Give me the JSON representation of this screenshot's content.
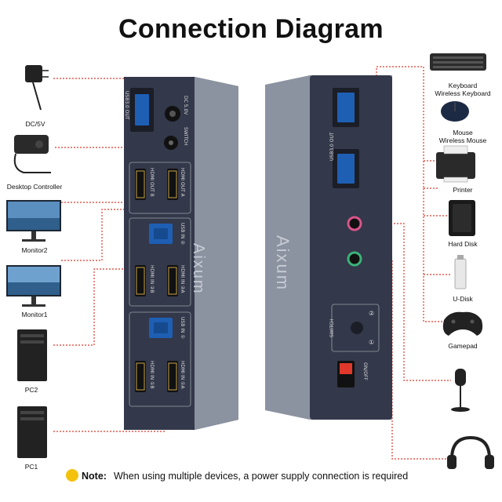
{
  "title": "Connection Diagram",
  "brand": "Aixum",
  "left_devices": [
    {
      "key": "dc",
      "label": "DC/5V"
    },
    {
      "key": "ctrl",
      "label": "Desktop Controller"
    },
    {
      "key": "mon2",
      "label": "Monitor2"
    },
    {
      "key": "mon1",
      "label": "Monitor1"
    },
    {
      "key": "pc2",
      "label": "PC2"
    },
    {
      "key": "pc1",
      "label": "PC1"
    }
  ],
  "right_devices": [
    {
      "key": "kbd",
      "label": "Keyboard",
      "label2": "Wireless Keyboard"
    },
    {
      "key": "mouse",
      "label": "Mouse",
      "label2": "Wireless Mouse"
    },
    {
      "key": "printer",
      "label": "Printer"
    },
    {
      "key": "hdd",
      "label": "Hard Disk"
    },
    {
      "key": "udisk",
      "label": "U-Disk"
    },
    {
      "key": "pad",
      "label": "Gamepad"
    }
  ],
  "left_unit_ports": {
    "usb_out": "USB3.0 OUT",
    "dc": "DC 5.0V",
    "switch": "SWITCH",
    "hdmi_out_a": "HDMI OUT A",
    "hdmi_out_b": "HDMI OUT B",
    "usb_in_2": "USB IN ②",
    "hdmi_in_2a": "HDMI IN ②A",
    "hdmi_in_2b": "HDMI IN ②B",
    "usb_in_1": "USB IN ①",
    "hdmi_in_1a": "HDMI IN ①A",
    "hdmi_in_1b": "HDMI IN ①B"
  },
  "right_unit_ports": {
    "usb_out": "USB3.0 OUT",
    "switch": "SWITCH",
    "sw_1": "①",
    "sw_2": "②",
    "onoff": "ON/OFF"
  },
  "note": {
    "prefix": "Note:",
    "text": "When using multiple devices, a power supply connection is required"
  },
  "colors": {
    "line": "#e0392b",
    "unit": "#3e4352",
    "unit_edge": "#8f96a3",
    "audio_pink": "#d9548a",
    "audio_green": "#3bb27a",
    "usb_blue": "#1e5fb4",
    "note_icon": "#f4c20d"
  }
}
